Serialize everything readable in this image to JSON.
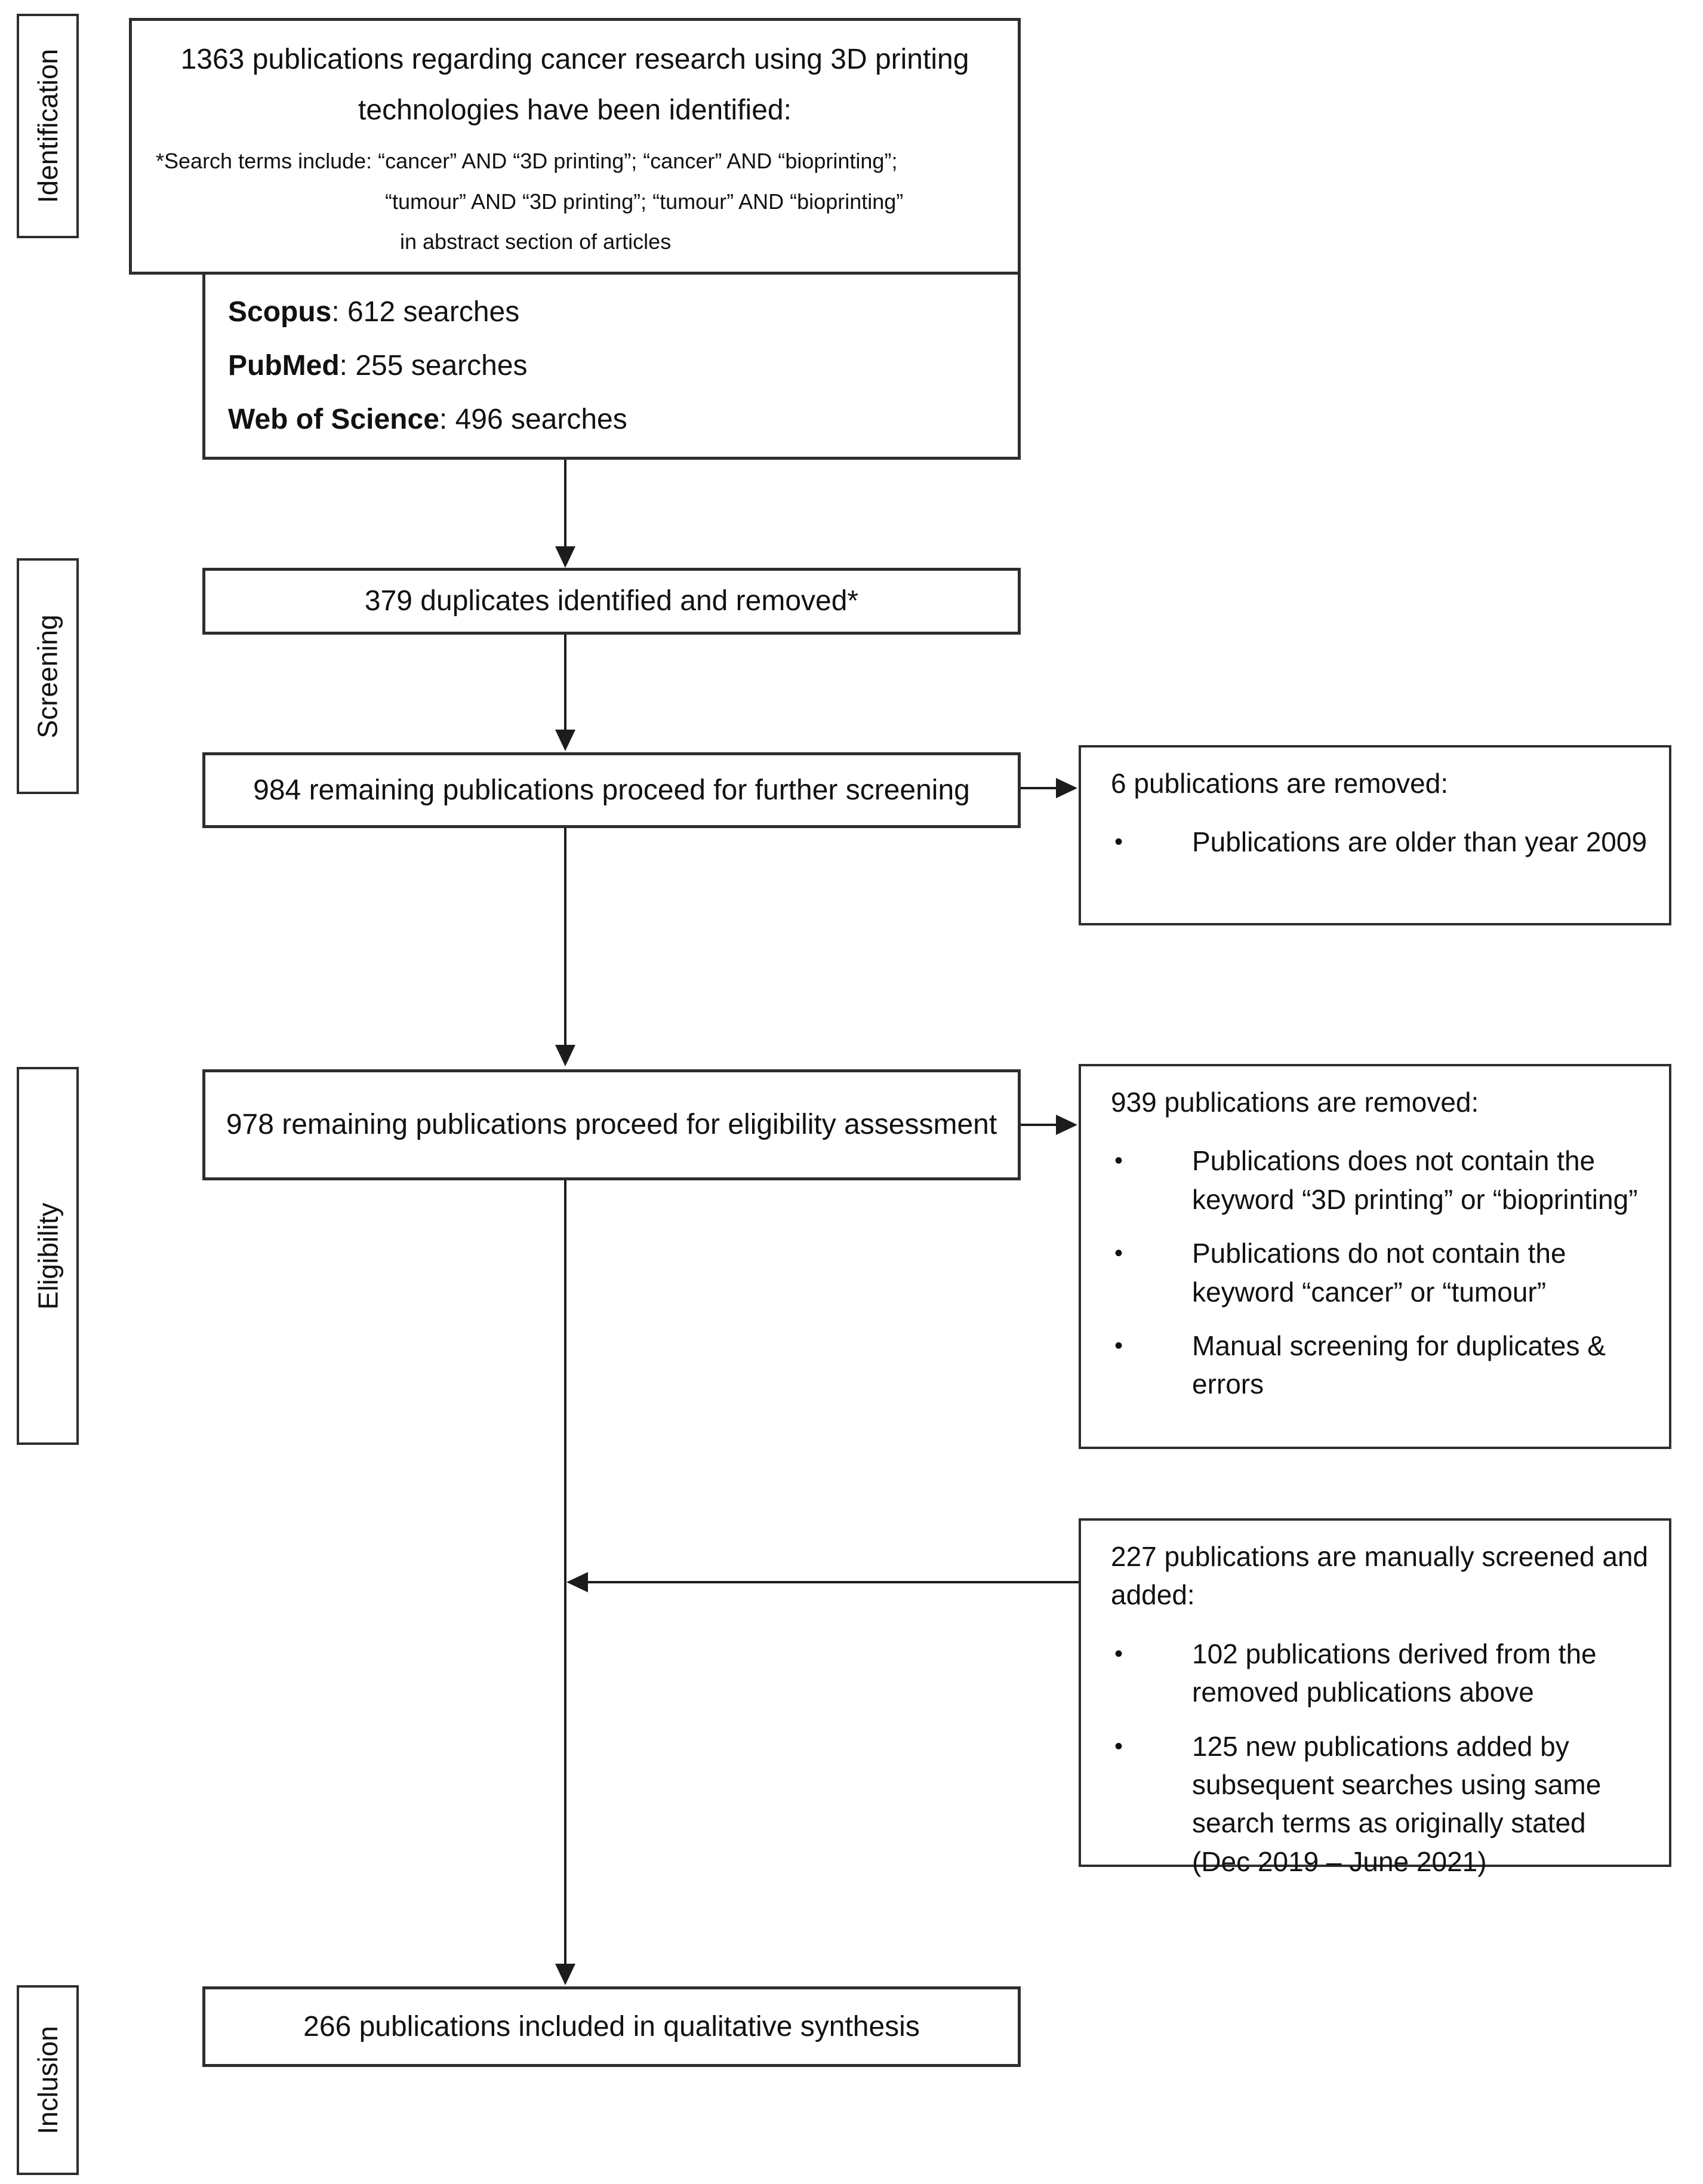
{
  "glyphs": {
    "bullet": "•"
  },
  "stages": {
    "identification": "Identification",
    "screening": "Screening",
    "eligibility": "Eligibility",
    "inclusion": "Inclusion"
  },
  "identified_box": {
    "title_line1": "1363 publications regarding cancer research using 3D printing",
    "title_line2": "technologies have been identified:",
    "search_line1": "*Search terms include: “cancer” AND “3D printing”; “cancer” AND “bioprinting”;",
    "search_line2": "“tumour” AND “3D printing”; “tumour” AND “bioprinting”",
    "search_line3": "in abstract section of articles"
  },
  "sources_box": {
    "items": [
      {
        "name": "Scopus",
        "detail": ": 612 searches"
      },
      {
        "name": "PubMed",
        "detail": ": 255 searches"
      },
      {
        "name": "Web of Science",
        "detail": ": 496 searches"
      }
    ]
  },
  "duplicates_box": {
    "text": "379 duplicates identified and removed*"
  },
  "screening_box": {
    "text": "984 remaining publications proceed for further screening"
  },
  "screening_removed_box": {
    "header": "6 publications are removed:",
    "bullets": [
      "Publications are older than year 2009"
    ]
  },
  "eligibility_box": {
    "text": "978 remaining publications proceed for eligibility assessment"
  },
  "eligibility_removed_box": {
    "header": "939 publications are removed:",
    "bullets": [
      "Publications does not contain the keyword “3D printing” or “bioprinting”",
      "Publications do not contain the keyword “cancer” or “tumour”",
      "Manual screening for duplicates & errors"
    ]
  },
  "manual_added_box": {
    "header": "227 publications are manually screened and added:",
    "bullets": [
      "102 publications derived from the removed publications above",
      "125 new publications added by subsequent searches using same search terms as originally stated (Dec 2019 – June 2021)"
    ]
  },
  "included_box": {
    "text": "266 publications included in qualitative synthesis"
  }
}
